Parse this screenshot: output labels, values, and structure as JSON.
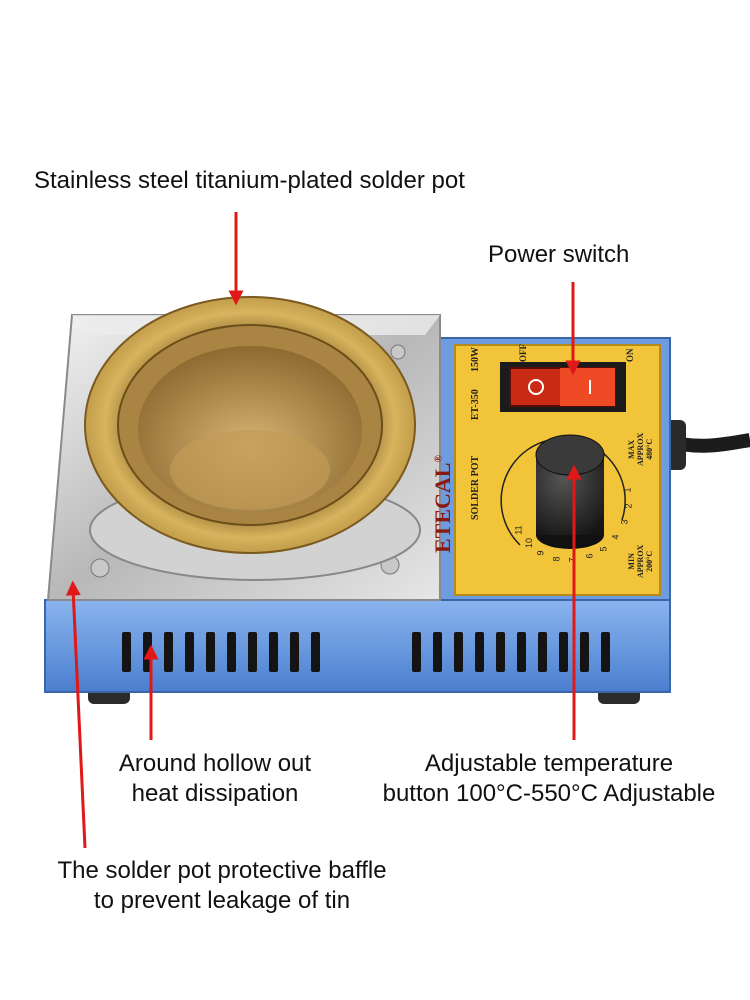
{
  "callouts": {
    "pot": "Stainless steel titanium-plated solder pot",
    "switch": "Power switch",
    "vents_line1": "Around hollow out",
    "vents_line2": "heat dissipation",
    "knob_line1": "Adjustable temperature",
    "knob_line2": "button 100°C-550°C Adjustable",
    "baffle_line1": "The solder pot protective baffle",
    "baffle_line2": "to prevent leakage of tin"
  },
  "panel": {
    "brand": "ETECAL",
    "registered": "®",
    "product": "SOLDER POT",
    "model": "ET-350",
    "power": "150W",
    "off": "OFF",
    "on": "ON",
    "max_label": "MAX",
    "max_approx": "APPROX",
    "max_temp": "480°C",
    "min_label": "MIN",
    "min_approx": "APPROX",
    "min_temp": "200°C",
    "dial_numbers": [
      "1",
      "2",
      "3",
      "4",
      "5",
      "6",
      "7",
      "8",
      "9",
      "10",
      "11"
    ]
  },
  "colors": {
    "arrow": "#e01818",
    "housing": "#5b8fd6",
    "panel": "#f2c43a",
    "brass": "#c9a24a",
    "switch": "#e23a1e"
  }
}
